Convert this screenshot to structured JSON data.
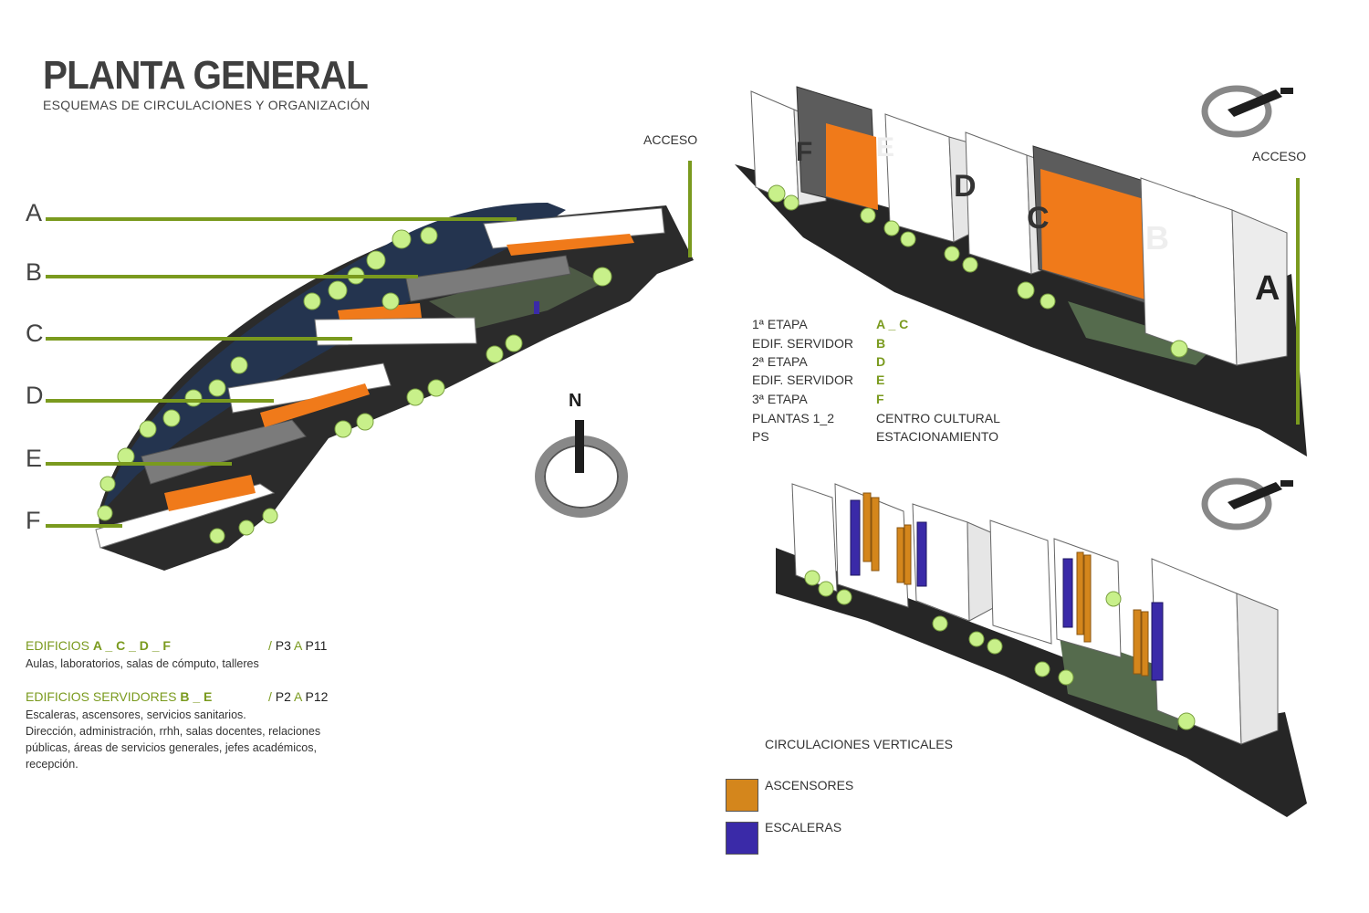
{
  "header": {
    "title": "PLANTA GENERAL",
    "subtitle": "ESQUEMAS DE CIRCULACIONES Y ORGANIZACIÓN"
  },
  "plan": {
    "building_labels": [
      "A",
      "B",
      "C",
      "D",
      "E",
      "F"
    ],
    "access_label": "ACCESO",
    "north_label": "N"
  },
  "axonometric": {
    "access_label": "ACCESO",
    "block_letters": [
      "F",
      "E",
      "D",
      "C",
      "B",
      "A"
    ]
  },
  "phases": [
    {
      "label": "1ª ETAPA",
      "value": "A _ C"
    },
    {
      "label": "EDIF. SERVIDOR",
      "value": "B"
    },
    {
      "label": "2ª ETAPA",
      "value": "D"
    },
    {
      "label": "EDIF. SERVIDOR",
      "value": "E"
    },
    {
      "label": "3ª ETAPA",
      "value": "F"
    },
    {
      "label": "PLANTAS 1_2",
      "value": "CENTRO CULTURAL"
    },
    {
      "label": "PS",
      "value": "ESTACIONAMIENTO"
    }
  ],
  "notes": {
    "group1": {
      "prefix": "EDIFICIOS",
      "letters": "A _ C _ D _ F",
      "range_sep": "/",
      "range_from": "P3",
      "range_a": "A",
      "range_to": "P11",
      "description": "Aulas, laboratorios, salas de cómputo, talleres"
    },
    "group2": {
      "prefix": "EDIFICIOS SERVIDORES",
      "letters": "B _ E",
      "range_sep": "/",
      "range_from": "P2",
      "range_a": "A",
      "range_to": "P12",
      "description_lines": [
        "Escaleras, ascensores, servicios sanitarios.",
        "Dirección, administración, rrhh, salas docentes, relaciones",
        "públicas, áreas de servicios generales, jefes académicos,",
        "recepción."
      ]
    }
  },
  "circulations": {
    "title": "CIRCULACIONES VERTICALES",
    "items": [
      {
        "label": "ASCENSORES",
        "color": "#d4861c"
      },
      {
        "label": "ESCALERAS",
        "color": "#3a2aa8"
      }
    ]
  },
  "colors": {
    "accent_green": "#7a9a1e",
    "orange": "#f07a1a",
    "dark": "#2b2b2b",
    "navy": "#24344f",
    "tree": "#c8f08a"
  }
}
